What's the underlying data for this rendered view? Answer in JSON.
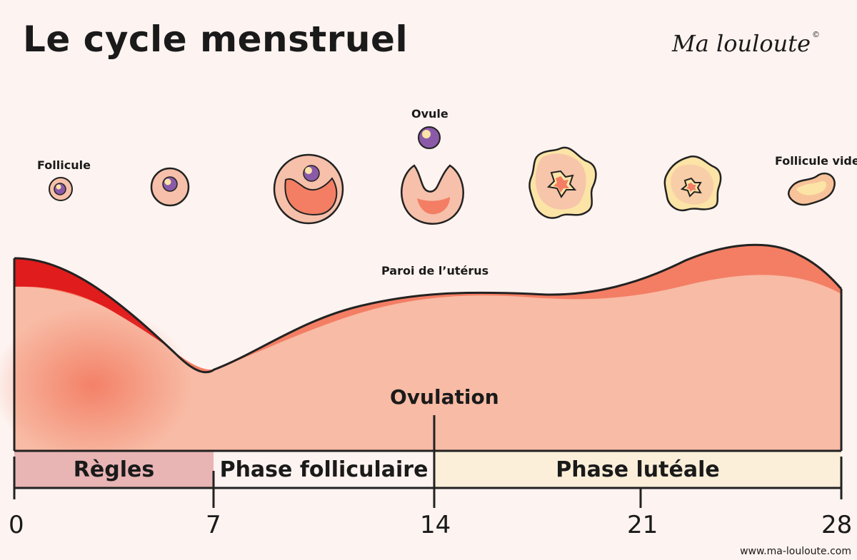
{
  "title": "Le cycle menstruel",
  "brand": "Ma louloute",
  "brand_mark": "©",
  "labels": {
    "follicule": "Follicule",
    "ovule": "Ovule",
    "follicule_vide": "Follicule vide",
    "paroi": "Paroi de l’utérus",
    "ovulation": "Ovulation"
  },
  "phases": [
    {
      "label": "Règles",
      "color": "#e8b4b4"
    },
    {
      "label": "Phase folliculaire",
      "color": "#fdf3f0"
    },
    {
      "label": "Phase lutéale",
      "color": "#fcefd9"
    }
  ],
  "ticks": [
    "0",
    "7",
    "14",
    "21",
    "28"
  ],
  "footer": "www.ma-louloute.com",
  "colors": {
    "uterus_fill": "#f8bba5",
    "uterus_top": "#f37e64",
    "menses_red": "#e11c1c",
    "follicle_ring": "#f6c0aa",
    "ovum": "#8a5aa8",
    "corpus_yellow": "#fbe4a6"
  }
}
